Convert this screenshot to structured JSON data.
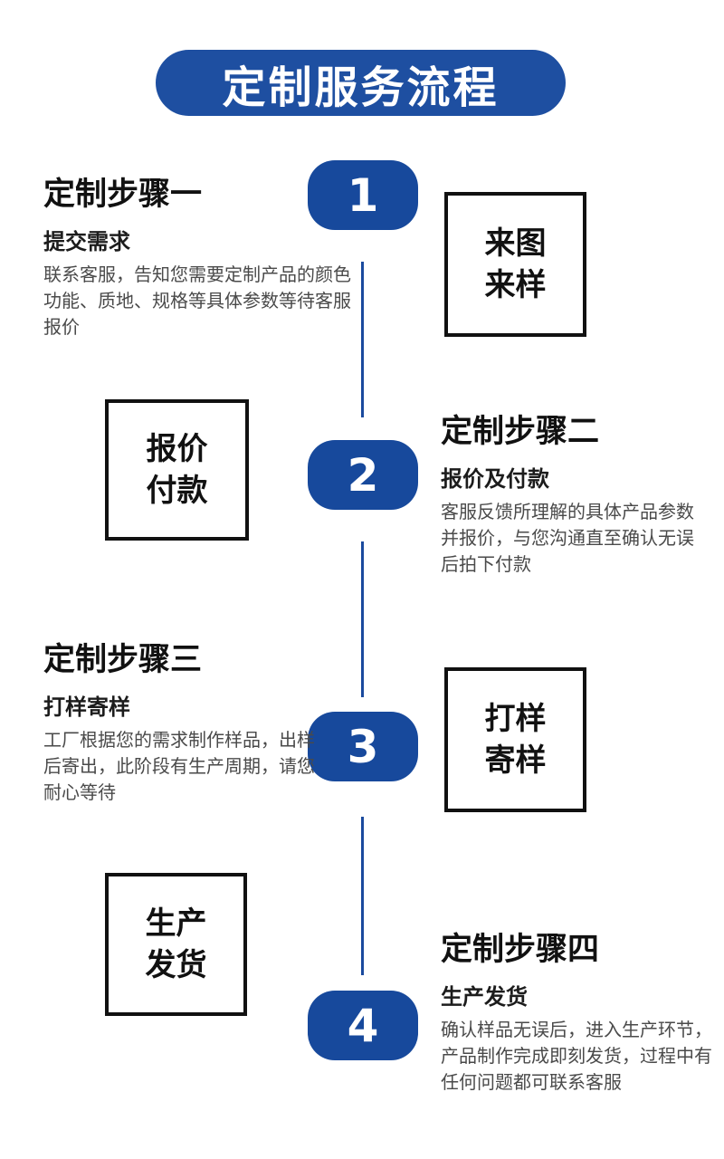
{
  "colors": {
    "banner_blue": "#1e4fa1",
    "badge_blue": "#17499c",
    "connector_blue": "#1a4a9e",
    "heading_text": "#111111",
    "body_text": "#4a4a4a",
    "box_border": "#111111"
  },
  "banner": {
    "title": "定制服务流程"
  },
  "steps": [
    {
      "number": "1",
      "heading": "定制步骤一",
      "subheading": "提交需求",
      "description_lines": [
        "联系客服，告知您需要定制产品的颜色",
        "功能、质地、规格等具体参数等待客服",
        "报价"
      ],
      "box_lines": [
        "来图",
        "来样"
      ]
    },
    {
      "number": "2",
      "heading": "定制步骤二",
      "subheading": "报价及付款",
      "description_lines": [
        "客服反馈所理解的具体产品参数",
        "并报价，与您沟通直至确认无误",
        "后拍下付款"
      ],
      "box_lines": [
        "报价",
        "付款"
      ]
    },
    {
      "number": "3",
      "heading": "定制步骤三",
      "subheading": "打样寄样",
      "description_lines": [
        "工厂根据您的需求制作样品，出样",
        "后寄出，此阶段有生产周期，请您",
        "耐心等待"
      ],
      "box_lines": [
        "打样",
        "寄样"
      ]
    },
    {
      "number": "4",
      "heading": "定制步骤四",
      "subheading": "生产发货",
      "description_lines": [
        "确认样品无误后，进入生产环节，",
        "产品制作完成即刻发货，过程中有",
        "任何问题都可联系客服"
      ],
      "box_lines": [
        "生产",
        "发货"
      ]
    }
  ]
}
